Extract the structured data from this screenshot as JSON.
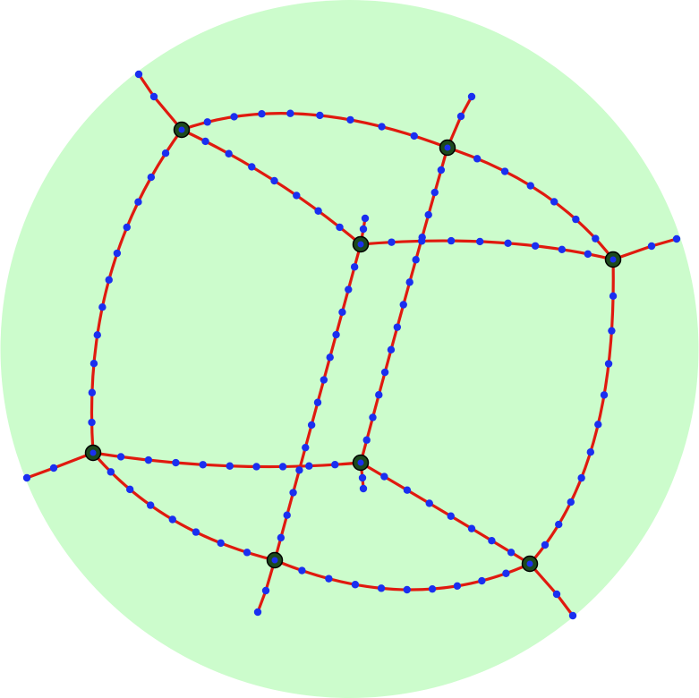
{
  "diagram": {
    "type": "embedded-graph-in-disk",
    "colors": {
      "disk_fill": "#ccfccc",
      "edge": "#e01a0f",
      "vertex": "#1d4a1d",
      "vertex_outline": "#000000",
      "sample_point": "#1a2ff0"
    },
    "vertex_count": 8,
    "edge_count": 12,
    "boundary_edge_count": 6,
    "sample_points_per_edge": 8
  }
}
